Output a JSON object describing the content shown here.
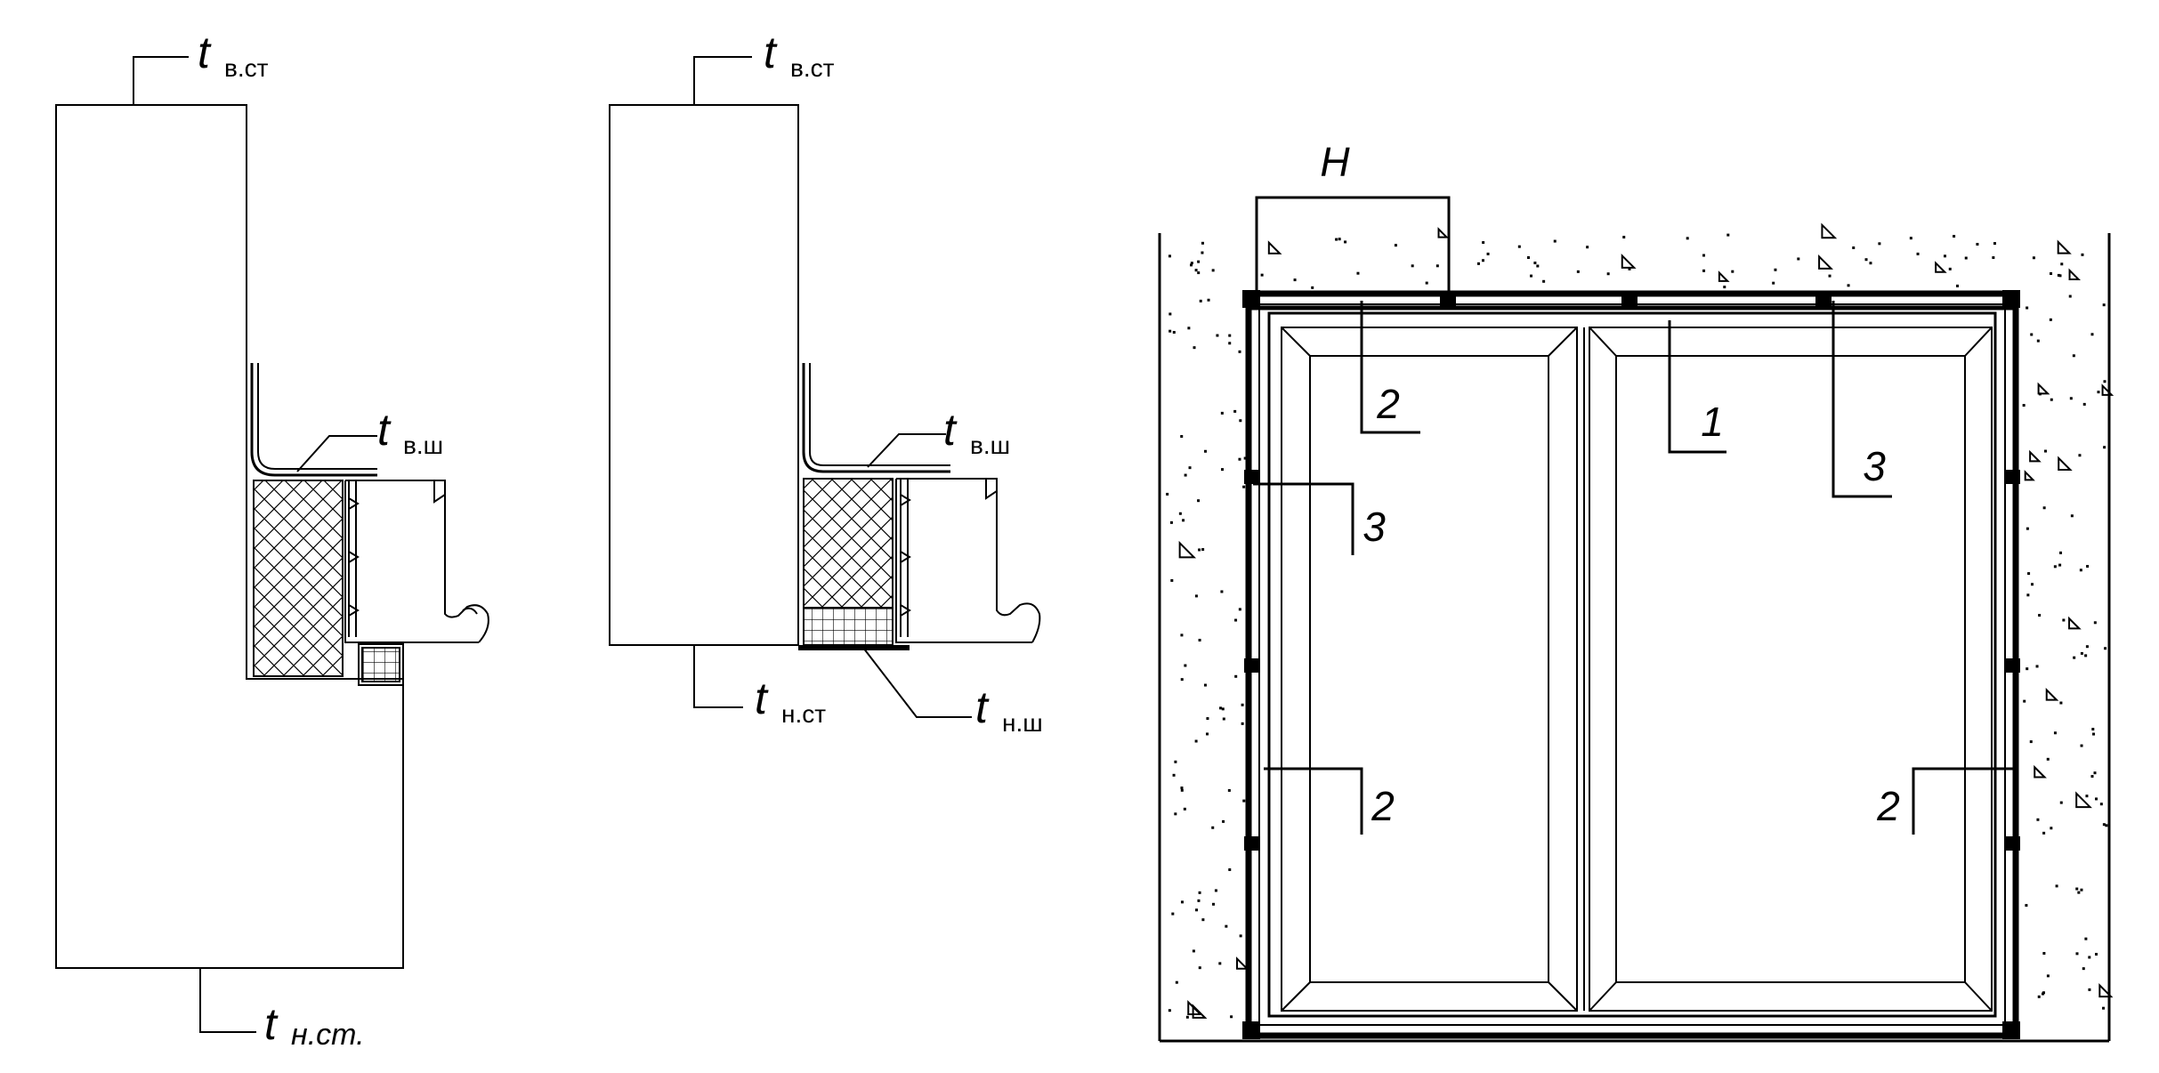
{
  "detail_1": {
    "t_wall_inside": {
      "t": "t",
      "sub": "в.ст"
    },
    "t_joint_inside": {
      "t": "t",
      "sub": "в.ш"
    },
    "t_wall_outside": {
      "t": "t",
      "sub": "н.ст."
    }
  },
  "detail_2": {
    "t_wall_inside": {
      "t": "t",
      "sub": "в.ст"
    },
    "t_joint_inside": {
      "t": "t",
      "sub": "в.ш"
    },
    "t_wall_outside": {
      "t": "t",
      "sub": "н.ст"
    },
    "t_joint_outside": {
      "t": "t",
      "sub": "н.ш"
    }
  },
  "elevation": {
    "dimension_label": "H",
    "callouts": [
      "2",
      "1",
      "3",
      "3",
      "2",
      "2"
    ]
  }
}
